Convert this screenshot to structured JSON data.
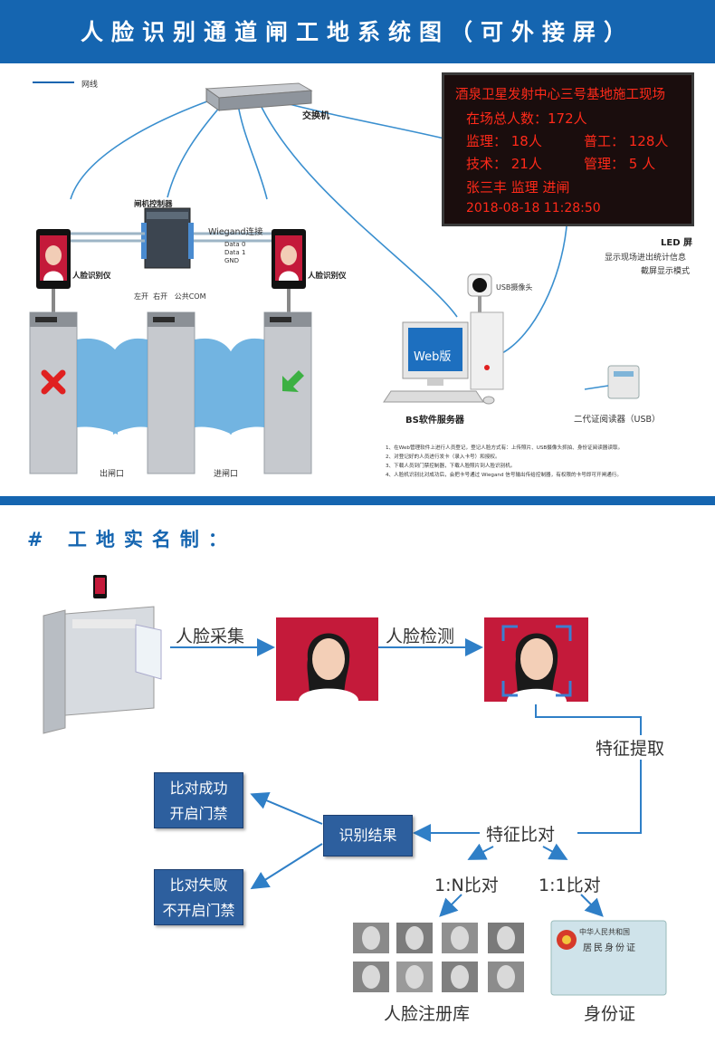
{
  "header": {
    "title": "人脸识别通道闸工地系统图（可外接屏）"
  },
  "top": {
    "legend": "网线",
    "switch": "交换机",
    "controller": "闸机控制器",
    "wiegand": "Wiegand连接",
    "data_lines": [
      "Data 0",
      "Data 1",
      "GND"
    ],
    "face_device_left": "人脸识别仪",
    "face_device_right": "人脸识别仪",
    "relay": "左开  右开   公共COM",
    "exit": "出闸口",
    "entry": "进闸口",
    "usb_camera": "USB摄像头",
    "web_version": "Web版",
    "server": "BS软件服务器",
    "id_reader": "二代证阅读器",
    "id_reader_usb": "（USB）",
    "led_label": "LED 屏",
    "led_desc1": "显示现场进出统计信息",
    "led_desc2": "截屏显示模式",
    "notes": [
      "1、在Web管理软件上进行人员登记，登记人脸方式有：上传照片、USB摄像头抓拍、身份证阅读器读取。",
      "2、对登记好的人员进行发卡（录入卡号）和授权。",
      "3、下载人员到门禁控制器，下载人脸照片到人脸识别机。",
      "4、人脸机识别比对成功后，会把卡号通过 Wiegand 信号输出传给控制器，有权限的卡号即可开闸通行。"
    ],
    "led_screen": {
      "line1": "酒泉卫星发射中心三号基地施工现场",
      "line2": "在场总人数：172人",
      "line3a": "监理： 18人",
      "line3b": "普工： 128人",
      "line4a": "技术： 21人",
      "line4b": "管理：  5 人",
      "line5": "张三丰  监理  进闸",
      "line6": "2018-08-18 11:28:50"
    }
  },
  "section2": {
    "title": "#  工地实名制：",
    "face_capture": "人脸采集",
    "face_detect": "人脸检测",
    "feature_extract": "特征提取",
    "feature_compare": "特征比对",
    "result": "识别结果",
    "success": [
      "比对成功",
      "开启门禁"
    ],
    "fail": [
      "比对失败",
      "不开启门禁"
    ],
    "one_to_n": "1:N比对",
    "one_to_one": "1:1比对",
    "face_library": "人脸注册库",
    "id_card": "身份证",
    "id_card_title": "中华人民共和国",
    "id_card_subtitle": "居民身份证"
  },
  "colors": {
    "brand_blue": "#1565b0",
    "led_red": "#ff2a1a",
    "box_blue": "#2d5f9e",
    "face_bg": "#c41a3a"
  }
}
